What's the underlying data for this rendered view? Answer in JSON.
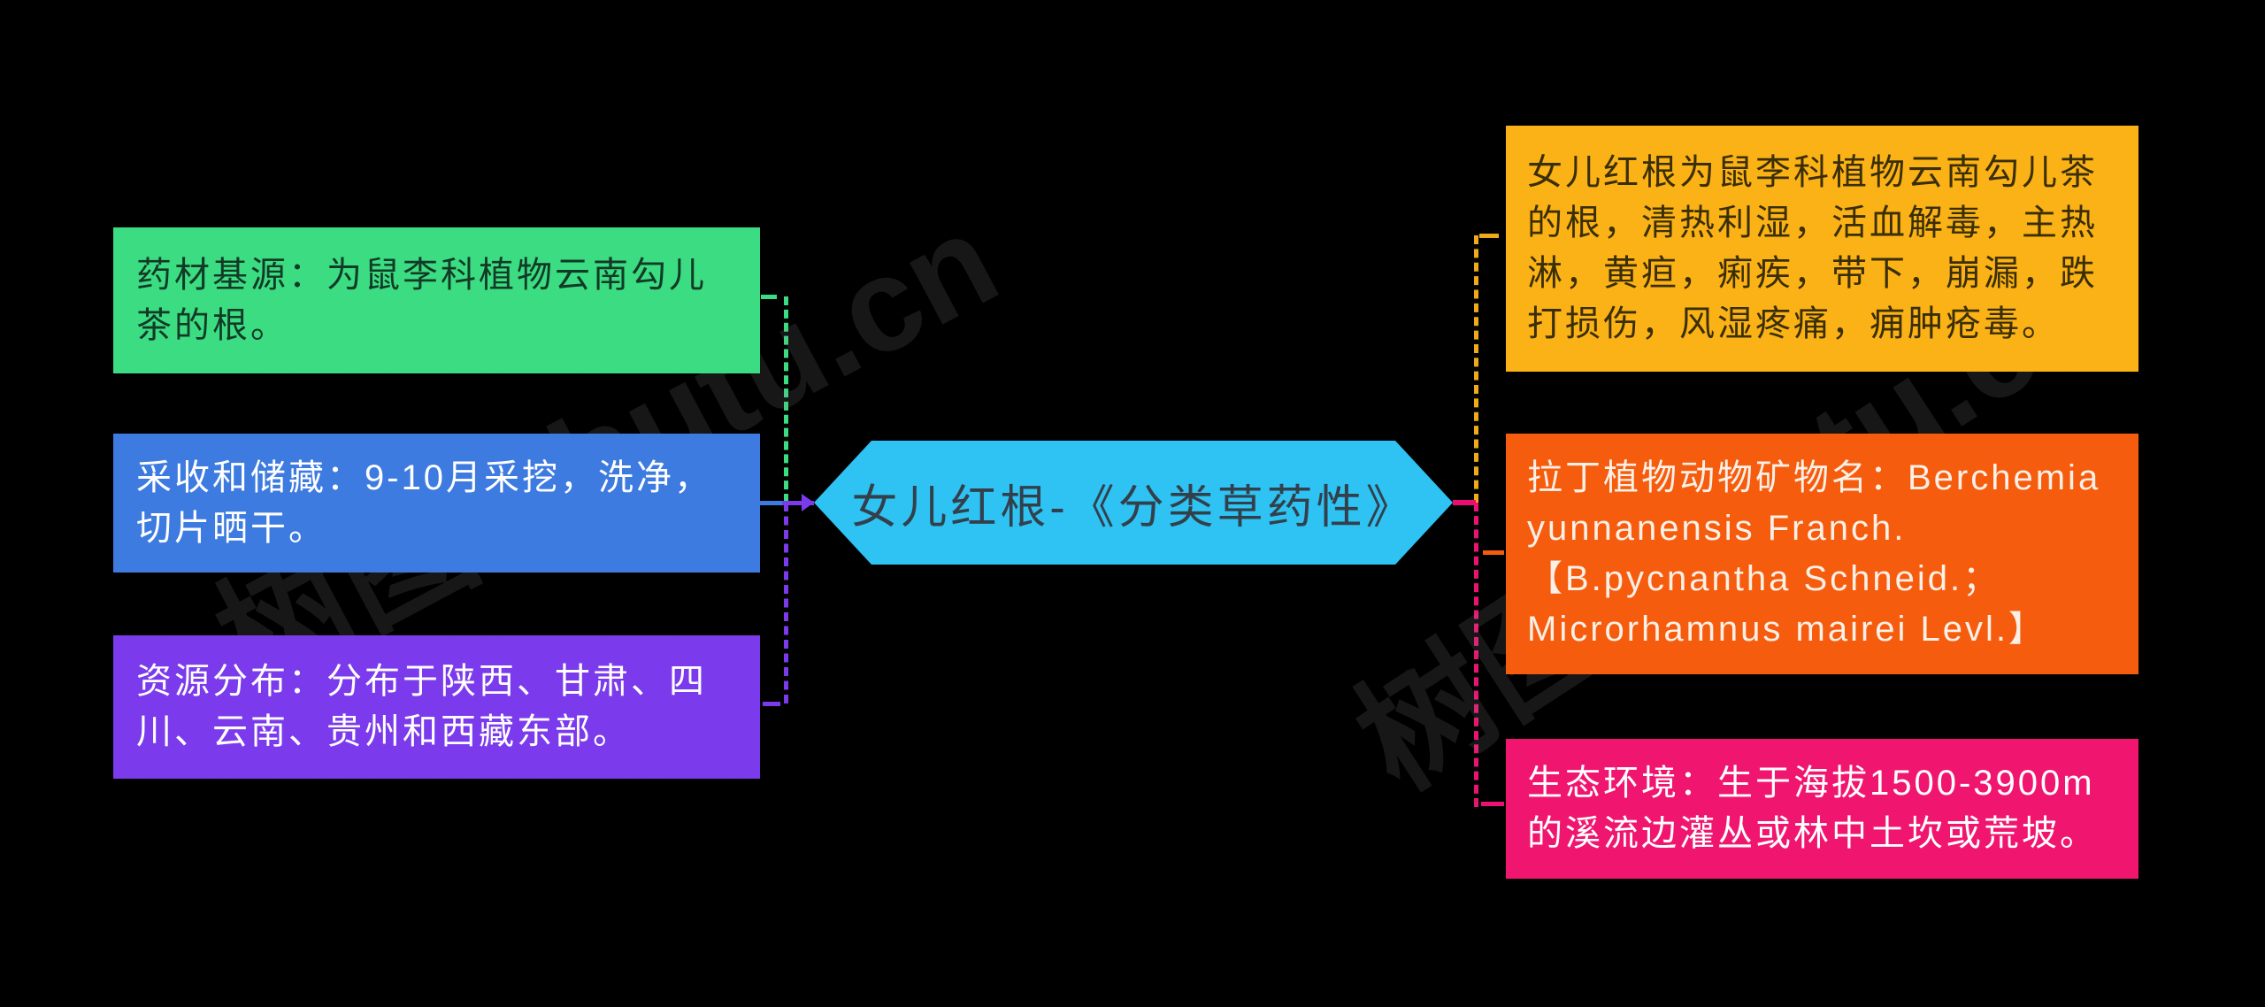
{
  "diagram": {
    "background": "#000000",
    "watermark": {
      "text": "树图 shutu.cn"
    },
    "center_node": {
      "label": "女儿红根-《分类草药性》",
      "fill": "#2EC3F2",
      "text_color": "#33404C"
    },
    "left_nodes": [
      {
        "label": "药材基源：为鼠李科植物云南勾儿茶的根。",
        "fill": "#3BDC82",
        "text_color": "#123A26"
      },
      {
        "label": "采收和储藏：9-10月采挖，洗净，切片晒干。",
        "fill": "#3D7BE0",
        "text_color": "#FFFFFF"
      },
      {
        "label": "资源分布：分布于陕西、甘肃、四川、云南、贵州和西藏东部。",
        "fill": "#7B3BEC",
        "text_color": "#FFFFFF"
      }
    ],
    "right_nodes": [
      {
        "label": "女儿红根为鼠李科植物云南勾儿茶的根，清热利湿，活血解毒，主热淋，黄疸，痢疾，带下，崩漏，跌打损伤，风湿疼痛，痈肿疮毒。",
        "fill": "#FBB216",
        "text_color": "#3A2E05"
      },
      {
        "label": "拉丁植物动物矿物名：Berchemia yunnanensis Franch.【B.pycnantha Schneid.；Microrhamnus mairei Levl.】",
        "fill": "#F65C0E",
        "text_color": "#FAF0E6"
      },
      {
        "label": "生态环境：生于海拔1500-3900m的溪流边灌丛或林中土坎或荒坡。",
        "fill": "#F01670",
        "text_color": "#FFFFFF"
      }
    ],
    "connectors": {
      "left_branch_top": "#3BDC82",
      "left_branch_bottom": "#7B3BEC",
      "right_branch_top": "#EFAA1B",
      "right_branch_bottom": "#EA1272",
      "left_top_stub": "#3BDC82",
      "left_center_stub": "#3D7BE0",
      "left_center_line": "#7B3BEC",
      "left_bottom_stub": "#7B3BEC",
      "right_top_stub": "#EFAA1B",
      "right_center_line": "#EA0D72",
      "right_middle_stub": "#F65C0E",
      "right_bottom_stub": "#EA1272"
    }
  }
}
